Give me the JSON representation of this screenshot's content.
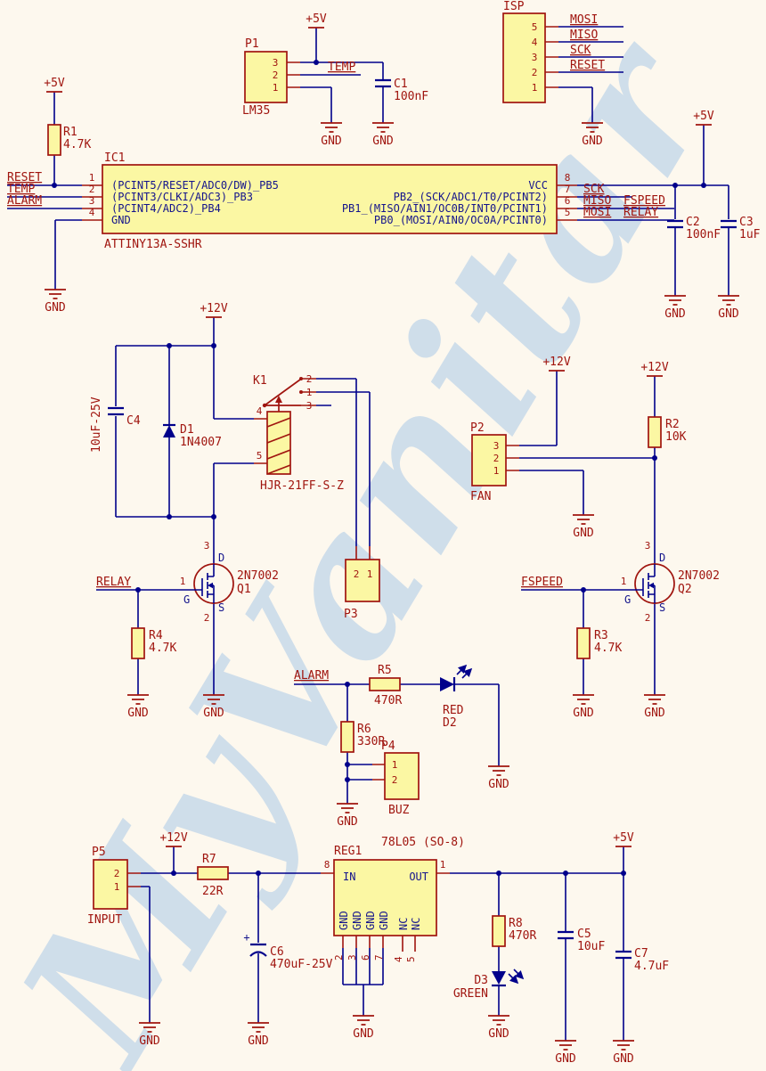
{
  "watermark": "MyVanitar",
  "colors": {
    "background": "#FDF8EE",
    "wire": "#00008B",
    "symbol_red": "#A0150F",
    "component_fill": "#FBF7A3",
    "text_navy": "#14148C",
    "watermark_blue": "#A7C7E7"
  },
  "power": {
    "plus5v": "+5V",
    "plus12v": "+12V",
    "gnd": "GND"
  },
  "net_labels": {
    "reset": "RESET",
    "temp": "TEMP",
    "alarm": "ALARM",
    "sck": "SCK",
    "miso": "MISO",
    "mosi": "MOSI",
    "relay": "RELAY",
    "fspeed": "FSPEED"
  },
  "ic1": {
    "ref": "IC1",
    "value": "ATTINY13A-SSHR",
    "pins_left": [
      {
        "num": "1",
        "name": "(PCINT5/RESET/ADC0/DW)_PB5"
      },
      {
        "num": "2",
        "name": "(PCINT3/CLKI/ADC3)_PB3"
      },
      {
        "num": "3",
        "name": "(PCINT4/ADC2)_PB4"
      },
      {
        "num": "4",
        "name": "GND"
      }
    ],
    "pins_right": [
      {
        "num": "8",
        "name": "VCC"
      },
      {
        "num": "7",
        "name": "PB2_(SCK/ADC1/T0/PCINT2)"
      },
      {
        "num": "6",
        "name": "PB1_(MISO/AIN1/OC0B/INT0/PCINT1)"
      },
      {
        "num": "5",
        "name": "PB0_(MOSI/AIN0/OC0A/PCINT0)"
      }
    ]
  },
  "connectors": {
    "p1": {
      "ref": "P1",
      "value": "LM35",
      "pins": [
        "3",
        "2",
        "1"
      ]
    },
    "isp": {
      "ref": "ISP",
      "pins": [
        "5",
        "4",
        "3",
        "2",
        "1"
      ]
    },
    "p2": {
      "ref": "P2",
      "value": "FAN",
      "pins": [
        "3",
        "2",
        "1"
      ]
    },
    "p3": {
      "ref": "P3",
      "pins": [
        "2",
        "1"
      ]
    },
    "p4": {
      "ref": "P4",
      "value": "BUZ",
      "pins": [
        "1",
        "2"
      ]
    },
    "p5": {
      "ref": "P5",
      "value": "INPUT",
      "pins": [
        "2",
        "1"
      ]
    }
  },
  "regulator": {
    "ref": "REG1",
    "value": "78L05 (SO-8)",
    "pin_in": "IN",
    "pin_out": "OUT",
    "gnd_label": "GND",
    "nc_label": "NC",
    "num_in": "8",
    "num_out": "1",
    "gnd_nums": [
      "2",
      "3",
      "6",
      "7"
    ],
    "nc_nums": [
      "4",
      "5"
    ]
  },
  "relay": {
    "ref": "K1",
    "value": "HJR-21FF-S-Z",
    "contact_pins": [
      "2",
      "1",
      "3"
    ],
    "coil_pins": [
      "4",
      "5"
    ]
  },
  "transistors": {
    "q1": {
      "ref": "Q1",
      "value": "2N7002",
      "d": "D",
      "g": "G",
      "s": "S",
      "num_d": "3",
      "num_g": "1",
      "num_s": "2"
    },
    "q2": {
      "ref": "Q2",
      "value": "2N7002",
      "d": "D",
      "g": "G",
      "s": "S",
      "num_d": "3",
      "num_g": "1",
      "num_s": "2"
    }
  },
  "resistors": {
    "r1": {
      "ref": "R1",
      "value": "4.7K"
    },
    "r2": {
      "ref": "R2",
      "value": "10K"
    },
    "r3": {
      "ref": "R3",
      "value": "4.7K"
    },
    "r4": {
      "ref": "R4",
      "value": "4.7K"
    },
    "r5": {
      "ref": "R5",
      "value": "470R"
    },
    "r6": {
      "ref": "R6",
      "value": "330R"
    },
    "r7": {
      "ref": "R7",
      "value": "22R"
    },
    "r8": {
      "ref": "R8",
      "value": "470R"
    }
  },
  "capacitors": {
    "c1": {
      "ref": "C1",
      "value": "100nF"
    },
    "c2": {
      "ref": "C2",
      "value": "100nF"
    },
    "c3": {
      "ref": "C3",
      "value": "1uF"
    },
    "c4": {
      "ref": "C4",
      "value": "10uF-25V"
    },
    "c5": {
      "ref": "C5",
      "value": "10uF"
    },
    "c6": {
      "ref": "C6",
      "value": "470uF-25V",
      "plus": "+"
    },
    "c7": {
      "ref": "C7",
      "value": "4.7uF"
    }
  },
  "diodes": {
    "d1": {
      "ref": "D1",
      "value": "1N4007"
    },
    "d2": {
      "ref": "D2",
      "value": "RED"
    },
    "d3": {
      "ref": "D3",
      "value": "GREEN"
    }
  }
}
